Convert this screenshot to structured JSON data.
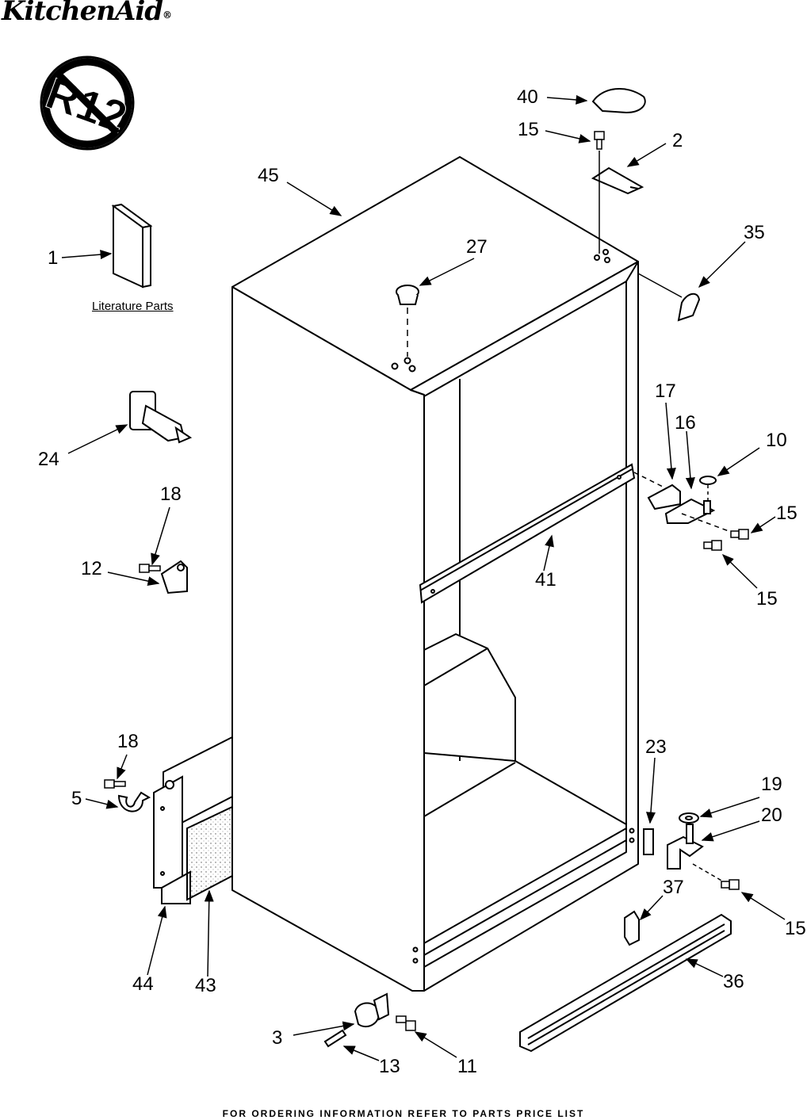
{
  "brand": {
    "name": "KitchenAid",
    "mark": "®"
  },
  "badge": {
    "text": "R12"
  },
  "literature_label": "Literature Parts",
  "footer": "FOR ORDERING INFORMATION REFER TO PARTS PRICE LIST",
  "callouts": {
    "c40": "40",
    "c15a": "15",
    "c2": "2",
    "c45": "45",
    "c35": "35",
    "c1": "1",
    "c27": "27",
    "c17": "17",
    "c16": "16",
    "c10": "10",
    "c15b": "15",
    "c24": "24",
    "c18a": "18",
    "c12": "12",
    "c41": "41",
    "c15c": "15",
    "c18b": "18",
    "c23": "23",
    "c19": "19",
    "c5": "5",
    "c20": "20",
    "c37": "37",
    "c15d": "15",
    "c44": "44",
    "c43": "43",
    "c36": "36",
    "c3": "3",
    "c13": "13",
    "c11": "11"
  }
}
